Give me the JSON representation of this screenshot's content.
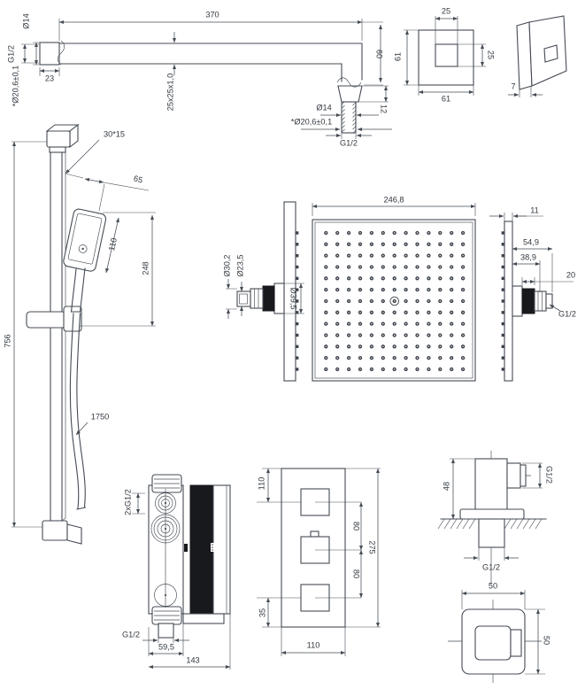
{
  "style": {
    "background": "#ffffff",
    "line_color": "#454b54",
    "text_color": "#333940",
    "fill_dark": "#17191d"
  },
  "views": {
    "shower_arm": {
      "dia_left": "Ø14",
      "thread_left": "G1/2",
      "tolerance_left": "*Ø20,6±0,1",
      "thread_length": "23",
      "length": "370",
      "tube_profile": "25x25x1,0",
      "drop": "60",
      "outlet_dia": "Ø14",
      "outlet_collar": "12",
      "tolerance_right": "*Ø20,6±0,1",
      "thread_right": "G1/2"
    },
    "wall_flange": {
      "inner_width": "25",
      "outer_height": "61",
      "inner_height": "25",
      "outer_width": "61",
      "thickness": "7"
    },
    "slide_rail": {
      "rail_profile": "30*15",
      "holder_offset": "65",
      "handset_face": "110",
      "handset_total": "248",
      "rail_height": "756",
      "hose_length": "1750"
    },
    "head_shower": {
      "width": "246,8",
      "boss_dia": "Ø30,2",
      "stub_dia": "Ø23,5",
      "flange_dia": "Ø39,5",
      "plate_thickness": "11",
      "depth_total": "54,9",
      "depth_mid": "38,9",
      "ring_length": "20",
      "thread": "G1/2"
    },
    "mixer_side": {
      "inlets": "2xG1/2",
      "outlet": "G1/2",
      "plate_width": "59,5",
      "total_depth": "143"
    },
    "mixer_front": {
      "top_offset": "110",
      "knob_gap_upper": "80",
      "knob_gap_lower": "80",
      "height": "275",
      "bottom_offset": "35",
      "width": "110"
    },
    "wall_elbow": {
      "height": "48",
      "outlet_thread": "G1/2",
      "inlet_thread": "G1/2",
      "cover_width": "50",
      "cover_height": "50"
    }
  }
}
